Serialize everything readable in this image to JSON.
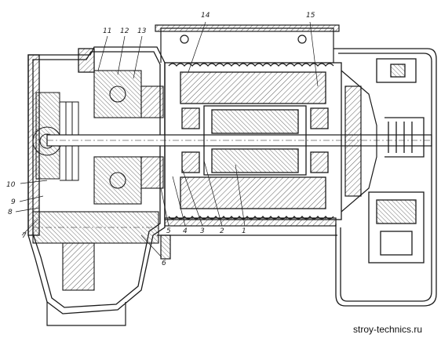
{
  "callouts": {
    "c1": "1",
    "c2": "2",
    "c3": "3",
    "c4": "4",
    "c5": "5",
    "c6": "6",
    "c7": "7",
    "c8": "8",
    "c9": "9",
    "c10": "10",
    "c11": "11",
    "c12": "12",
    "c13": "13",
    "c14": "14",
    "c15": "15"
  },
  "watermark": "stroy-technics.ru",
  "colors": {
    "ink": "#1a1a1a",
    "paper": "#ffffff"
  }
}
